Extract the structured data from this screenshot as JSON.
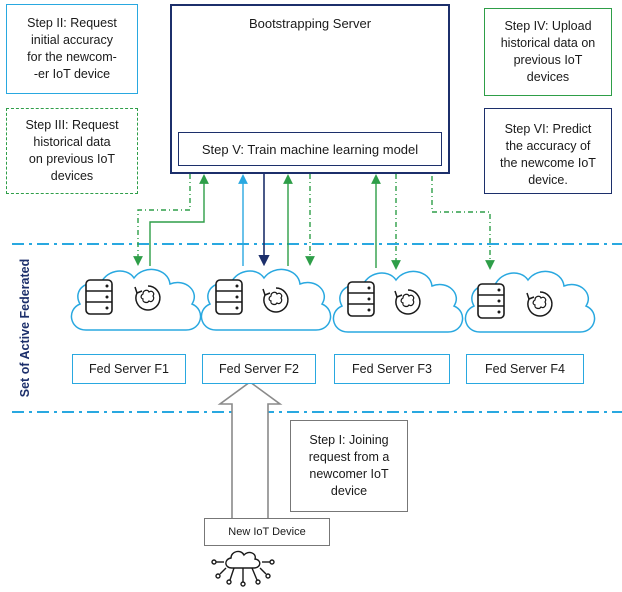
{
  "server": {
    "title": "Bootstrapping Server",
    "train_step": "Step V: Train machine learning model"
  },
  "steps": {
    "step2": [
      "Step II: Request",
      "initial accuracy",
      "for the newcom-",
      "-er IoT device"
    ],
    "step3": [
      "Step III: Request",
      "historical data",
      "on previous IoT",
      "devices"
    ],
    "step4": [
      "Step IV: Upload",
      "historical data on",
      "previous IoT",
      "devices"
    ],
    "step6": [
      "Step VI: Predict",
      "the accuracy of",
      "the newcome IoT",
      "device."
    ],
    "step1": [
      "Step I: Joining",
      "request from a",
      "newcomer IoT",
      "device"
    ]
  },
  "federation_label": "Set of Active Federated",
  "fed_servers": [
    "Fed Server F1",
    "Fed Server F2",
    "Fed Server F3",
    "Fed Server F4"
  ],
  "new_device_label": "New IoT Device",
  "colors": {
    "navy": "#1c2f6b",
    "blue": "#29a8e0",
    "green": "#2e9e48",
    "gray": "#777777"
  },
  "icons": [
    "server-rack-icon",
    "database-icon",
    "brain-cycle-icon",
    "cloud-icon",
    "iot-network-icon"
  ]
}
